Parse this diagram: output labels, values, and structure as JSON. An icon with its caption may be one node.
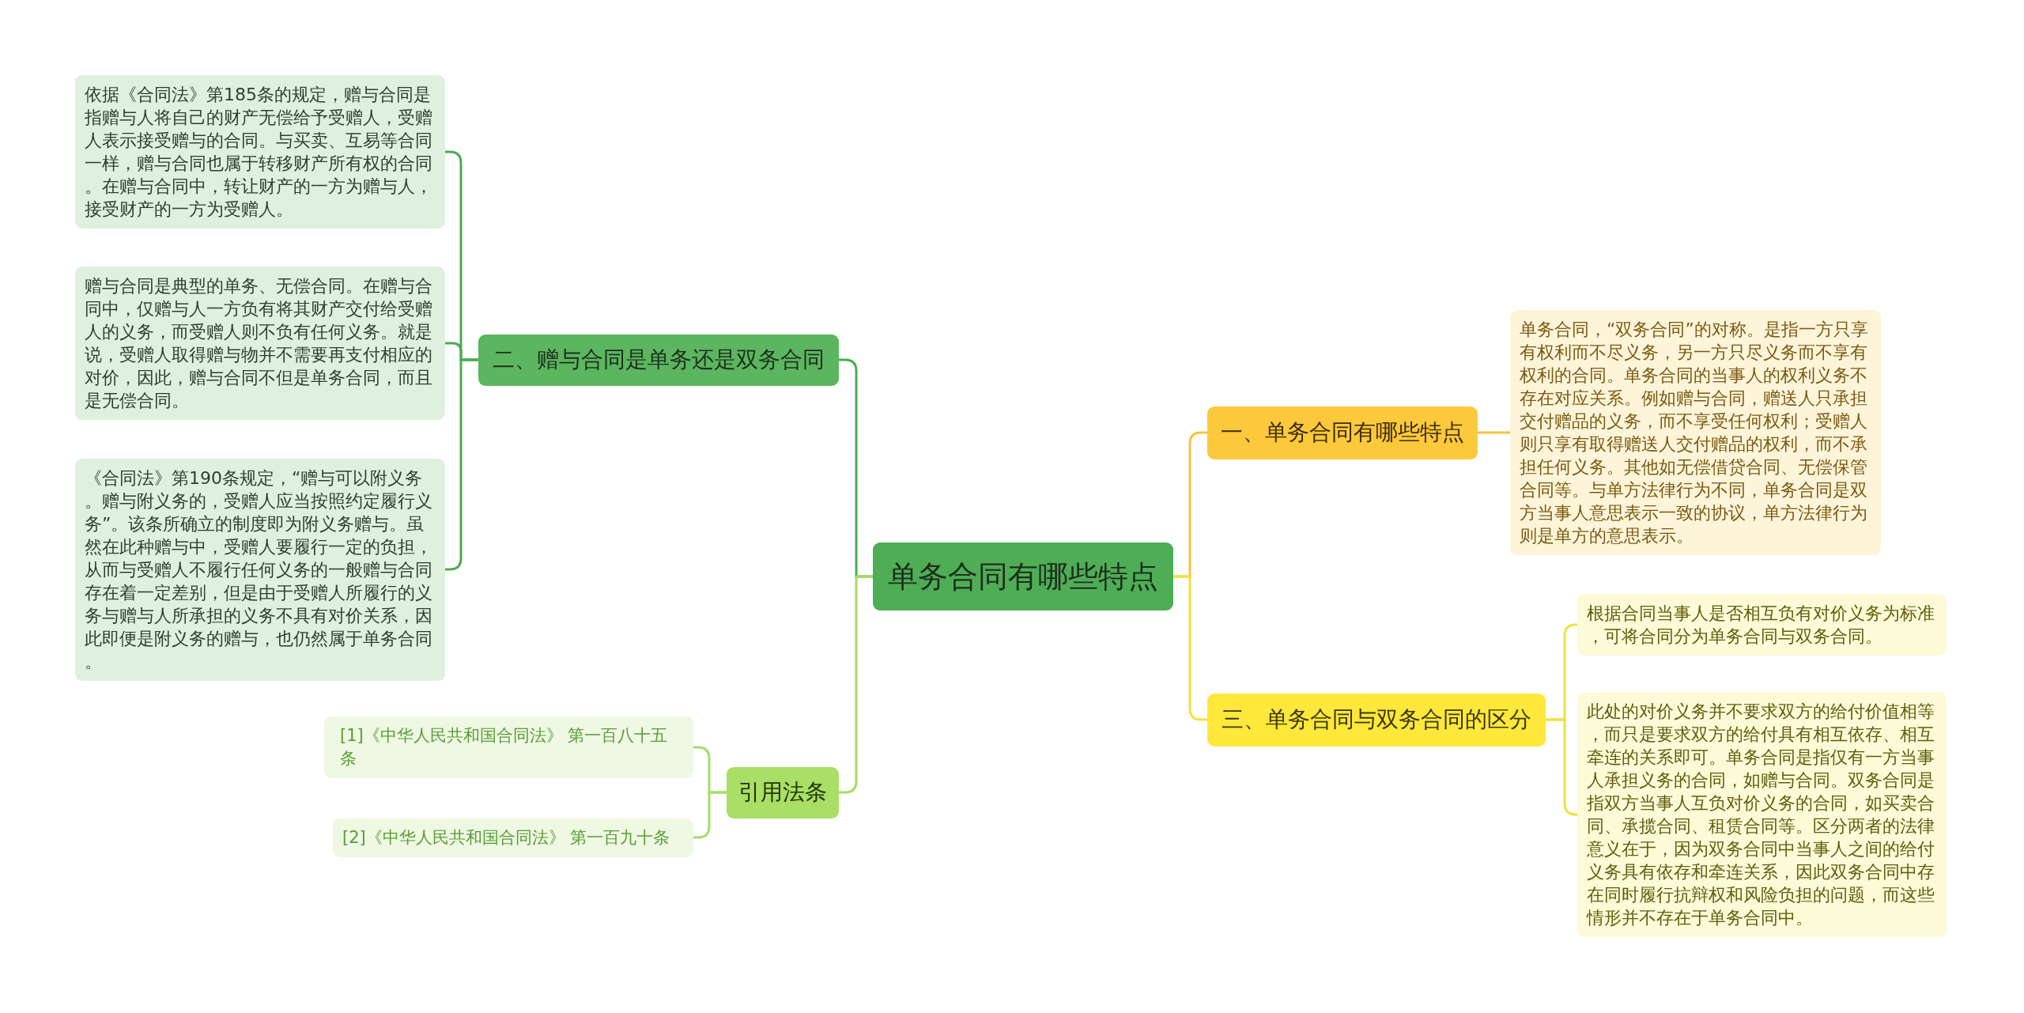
{
  "diagram": {
    "nodes": [
      {
        "text": [
          "单务合同有哪些特点"
        ]
      },
      {
        "text": [
          "一、单务合同有哪些特点"
        ]
      },
      {
        "text": [
          "单务合同，“双务合同”的对称。是指一方只享有权利而不尽义务，另一方只尽义务而不享有权利的合同。单务合同的当事人的权利义务不存在对应关系。例如赠与合同，赠送人只承担交付赠品的义务，而不享受任何权利；受赠人则只享有取得赠送人交付赠品的权利，而不承担任何义务。其他如无偿借贷合同、无偿保管合同等。与单方法律行为不同，单务合同是双方当事人意思表示一致的协议，单方法律行为则是单方的意思表示。"
        ]
      },
      {
        "text": [
          "二、赠与合同是单务还是双务合同"
        ]
      },
      {
        "text": [
          "依据《合同法》第185条的规定，赠与合同是指赠与人将自己的财产无偿给予受赠人，受赠人表示接受赠与的合同。与买卖、互易等合同一样，赠与合同也属于转移财产所有权的合同。在赠与合同中，转让财产的一方为赠与人，接受财产的一方为受赠人。"
        ]
      },
      {
        "text": [
          "赠与合同是典型的单务、无偿合同。在赠与合同中，仅赠与人一方负有将其财产交付给受赠人的义务，而受赠人则不负有任何义务。就是说，受赠人取得赠与物并不需要再支付相应的对价，因此，赠与合同不但是单务合同，而且是无偿合同。"
        ]
      },
      {
        "text": [
          "《合同法》第190条规定，“赠与可以附义务。赠与附义务的，受赠人应当按照约定履行义务”。该条所确立的制度即为附义务赠与。虽然在此种赠与中，受赠人要履行一定的负担，从而与受赠人不履行任何义务的一般赠与合同存在着一定差别，但是由于受赠人所履行的义务与赠与人所承担的义务不具有对价关系，因此即便是附义务的赠与，也仍然属于单务合同。"
        ]
      },
      {
        "text": [
          "三、单务合同与双务合同的区分"
        ]
      },
      {
        "text": [
          "根据合同当事人是否相互负有对价义务为标准，可将合同分为单务合同与双务合同。"
        ]
      },
      {
        "text": [
          "此处的对价义务并不要求双方的给付价值相等，而只是要求双方的给付具有相互依存、相互牵连的关系即可。单务合同是指仅有一方当事人承担义务的合同，如赠与合同。双务合同是指双方当事人互负对价义务的合同，如买卖合同、承揽合同、租赁合同等。区分两者的法律意义在于，因为双务合同中当事人之间的给付义务具有依存和牵连关系，因此双务合同中存在同时履行抗辩权和风险负担的问题，而这些情形并不存在于单务合同中。"
        ]
      },
      {
        "text": [
          "引用法条"
        ]
      },
      {
        "text": [
          "[1]《中华人民共和国合同法》 第一百八十五条"
        ]
      },
      {
        "text": [
          "[2]《中华人民共和国合同法》 第一百九十条"
        ]
      }
    ],
    "edges": [
      {
        "from": 0,
        "to": 1,
        "arrow": "none",
        "color": "#f5c33f"
      },
      {
        "from": 1,
        "to": 2,
        "arrow": "none",
        "color": "#f5c33f"
      },
      {
        "from": 0,
        "to": 3,
        "arrow": "none",
        "color": "#4cab51"
      },
      {
        "from": 3,
        "to": 4,
        "arrow": "none",
        "color": "#4cab51"
      },
      {
        "from": 3,
        "to": 5,
        "arrow": "none",
        "color": "#4cab51"
      },
      {
        "from": 3,
        "to": 6,
        "arrow": "none",
        "color": "#4cab51"
      },
      {
        "from": 0,
        "to": 7,
        "arrow": "none",
        "color": "#f3e03c"
      },
      {
        "from": 7,
        "to": 8,
        "arrow": "none",
        "color": "#f3e03c"
      },
      {
        "from": 7,
        "to": 9,
        "arrow": "none",
        "color": "#f3e03c"
      },
      {
        "from": 0,
        "to": 10,
        "arrow": "none",
        "color": "#a6dc68"
      },
      {
        "from": 10,
        "to": 11,
        "arrow": "none",
        "color": "#a6dc68"
      },
      {
        "from": 10,
        "to": 12,
        "arrow": "none",
        "color": "#a6dc68"
      }
    ]
  }
}
